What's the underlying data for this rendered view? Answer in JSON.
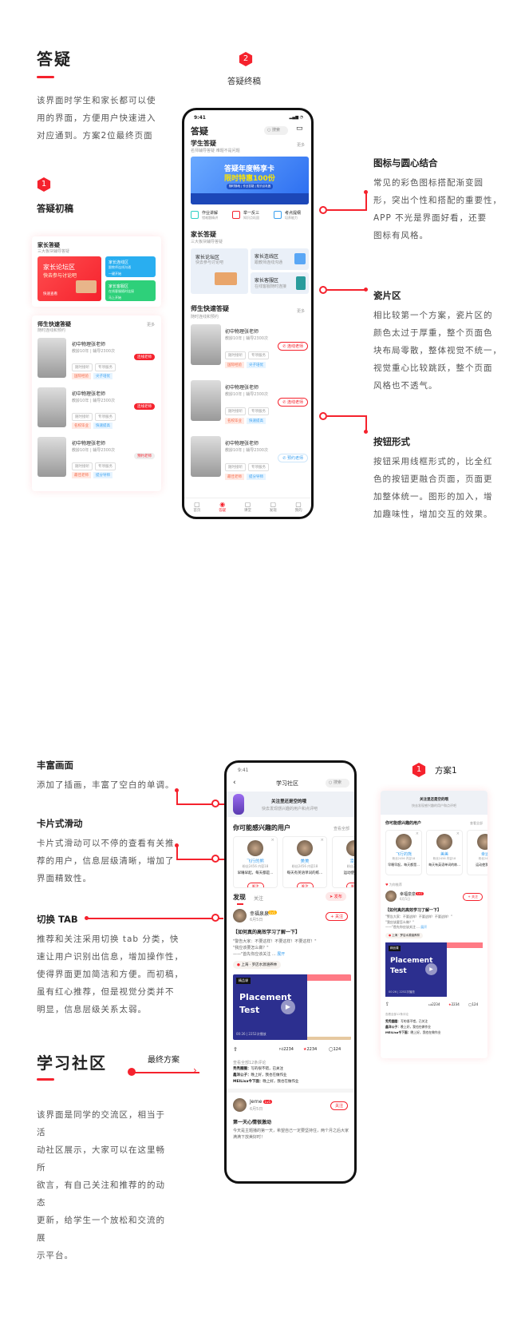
{
  "s1": {
    "title": "答疑",
    "desc": [
      "该界面时学生和家长都可以使",
      "用的界面，方便用户快速进入",
      "对应通到。方案2位最终页面"
    ],
    "draft_badge": "1",
    "draft_title": "答疑初稿",
    "final_badge": "2",
    "final_title": "答疑终稿"
  },
  "draft": {
    "parent_title": "家长答疑",
    "parent_sub": "三大板块辅导答疑",
    "forum": "家长论坛区",
    "forum_sub": "快去参与讨论吧",
    "forum_btn": "快速查看",
    "connect": "家长连线区",
    "connect_sub": "跟教师连线沟通",
    "connect_btn": "一键开始",
    "service": "家长客服区",
    "service_sub": "在线客服随时连接",
    "service_btn": "马上开始",
    "quick_title": "师生快速答疑",
    "quick_sub": "随时连线和预约",
    "more": "更多",
    "teachers": [
      {
        "name": "初中物理张老师",
        "info": "教龄10年 | 辅导2300次",
        "t1": "随时接听",
        "t2": "专项服务",
        "h1": "国际经验",
        "h2": "尖子培优",
        "btn": "连线老师"
      },
      {
        "name": "初中物理张老师",
        "info": "教龄10年 | 辅导2300次",
        "t1": "随时接听",
        "t2": "专项服务",
        "h1": "名校毕业",
        "h2": "快速提高",
        "btn": "连线老师"
      },
      {
        "name": "初中物理张老师",
        "info": "教龄10年 | 辅导2300次",
        "t1": "随时接听",
        "t2": "专项服务",
        "h1": "最佳老师",
        "h2": "提分导师",
        "btn": "预约老师"
      }
    ]
  },
  "p1": {
    "time": "9:41",
    "title": "答疑",
    "search": "搜索",
    "student_title": "学生答疑",
    "student_sub": "名师辅导答疑 难题不是问题",
    "more": "更多",
    "banner1": "答疑年度畅享卡",
    "banner2": "限时特惠100份",
    "banner_tags": "随时随地 | 作业答疑 | 知识点巩固",
    "icons": [
      {
        "label": "作业讲解",
        "sub": "错难题精讲",
        "icon": "chart-icon"
      },
      {
        "label": "举一反三",
        "sub": "知识点巩固",
        "icon": "book-icon"
      },
      {
        "label": "考点提纲",
        "sub": "培养能力",
        "icon": "search-doc-icon"
      }
    ],
    "parent_title": "家长答疑",
    "parent_sub": "三大板块辅导答疑",
    "forum": "家长论坛区",
    "forum_sub": "快去参与讨论吧",
    "connect": "家长连线区",
    "connect_sub": "跟教师连线沟通",
    "service": "家长客服区",
    "service_sub": "在线客服随时连接",
    "quick_title": "师生快速答疑",
    "quick_sub": "随时连线和预约",
    "tabs": [
      "首页",
      "答疑",
      "课堂",
      "发现",
      "我的"
    ]
  },
  "notes1": [
    {
      "title": "图标与圆心结合",
      "lines": [
        "常见的彩色图标搭配渐变圆",
        "形，突出个性和搭配的重要性，",
        "APP 不光是界面好看，还要",
        "图标有风格。"
      ]
    },
    {
      "title": "瓷片区",
      "lines": [
        "相比较第一个方案，瓷片区的",
        "颜色太过于厚重，整个页面色",
        "块布局零散，整体视觉不统一，",
        "视觉重心比较跳跃，整个页面",
        "风格也不透气。"
      ]
    },
    {
      "title": "按钮形式",
      "lines": [
        "按钮采用线框形式的，比全红",
        "色的按钮更融合页面，页面更",
        "加整体统一。图形的加入，增",
        "加趣味性，增加交互的效果。"
      ]
    }
  ],
  "notes2": [
    {
      "title": "丰富画面",
      "lines": [
        "添加了插画，丰富了空白的单调。"
      ]
    },
    {
      "title": "卡片式滑动",
      "lines": [
        "卡片式滑动可以不停的查看有关推",
        "荐的用户，信息层级清晰，增加了",
        "界面精致性。"
      ]
    },
    {
      "title": "切换 TAB",
      "lines": [
        "推荐和关注采用切换 tab 分类，快",
        "速让用户识别出信息，增加操作性，",
        "使得界面更加简洁和方便。而初稿，",
        "虽有红心推荐，但是视觉分类并不",
        "明显，信息层级关系太弱。"
      ]
    }
  ],
  "s2": {
    "title": "学习社区",
    "final_label": "最终方案",
    "desc": [
      "该界面是同学的交流区，相当于活",
      "动社区展示，大家可以在这里畅所",
      "欲言，有自己关注和推荐的的动态",
      "更新，给学生一个放松和交流的展",
      "示平台。"
    ],
    "plan1_badge": "1",
    "plan1_title": "方案1"
  },
  "p2": {
    "time": "9:41",
    "title": "学习社区",
    "search": "搜索",
    "empty_title": "关注里还是空的哦",
    "empty_sub": "快去发现感兴趣的用户和点评吧",
    "rec_title": "你可能感兴趣的用户",
    "view_all": "查看全部",
    "users": [
      {
        "name": "飞行的熊",
        "stats": "粉丝2456  内容18",
        "bio": "早睡早起，每天都是...",
        "follow": "关注"
      },
      {
        "name": "美美",
        "stats": "粉丝2456  内容18",
        "bio": "每天有英语单词的练...",
        "follow": "关注"
      },
      {
        "name": "幸运",
        "stats": "粉丝2456",
        "bio": "运动使我快...",
        "follow": "关注"
      }
    ],
    "tab_discover": "发现",
    "tab_follow": "关注",
    "publish": "发布",
    "recommend": "为你推荐",
    "post": {
      "author": "幸福泉泉",
      "level": "Lv1",
      "date": "6月5日",
      "follow": "+ 关注",
      "title": "【如何真的高效学习了解一下】",
      "q1": "\"警告大家：不要这样！不要这样！不要这样！\"",
      "q2": "\"我应该要怎么做？\"",
      "q3": "——\"首先你应该关注 ...",
      "expand": "展开",
      "location": "上海 · 罗店水源涵养林",
      "video_tag": "精品课",
      "video_t1": "Placement",
      "video_t2": "Test",
      "video_meta": "00:26 | 2252次播放",
      "likes": "2234",
      "stars": "2234",
      "comments": "124",
      "view_comments": "查看全部12条评论",
      "c": [
        {
          "u": "秃秃圈圈：",
          "t": "写的很不错，已关注"
        },
        {
          "u": "鑫洋公子：",
          "t": "晚上好，我也在做作业"
        },
        {
          "u": "MEILisa今下面：",
          "t": "晚上好，我也在做作业"
        }
      ]
    },
    "post2": {
      "author": "Jerne",
      "level": "Lv1",
      "date": "6月5日",
      "follow": "关注",
      "title": "第一天心情很激动",
      "body": "今天是主题播的第一天，希望自己一定要坚持住，两个月之后大家满满下放美好时！"
    }
  },
  "colors": {
    "accent": "#f5222d",
    "blue": "#3aa0f0",
    "green": "#2ed07a"
  }
}
